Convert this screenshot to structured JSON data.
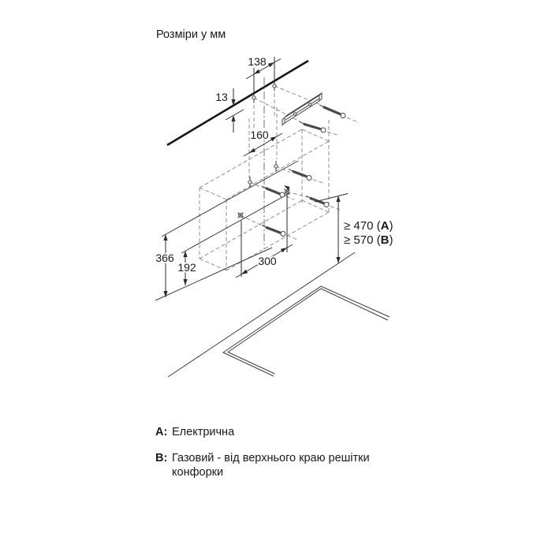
{
  "title": "Розміри у мм",
  "diagram": {
    "dims": {
      "rail_holes_width": "138",
      "wall_offset": "13",
      "mid_holes_width": "160",
      "back_height": "366",
      "lower_height": "192",
      "lower_holes_width": "300"
    },
    "clearances": [
      {
        "prefix": "≥ 470 (",
        "letter": "A",
        "suffix": ")"
      },
      {
        "prefix": "≥ 570 (",
        "letter": "B",
        "suffix": ")"
      }
    ]
  },
  "legend": [
    {
      "label": "A:",
      "text": "Електрична"
    },
    {
      "label": "B:",
      "text": "Газовий - від верхнього краю решітки конфорки"
    }
  ]
}
